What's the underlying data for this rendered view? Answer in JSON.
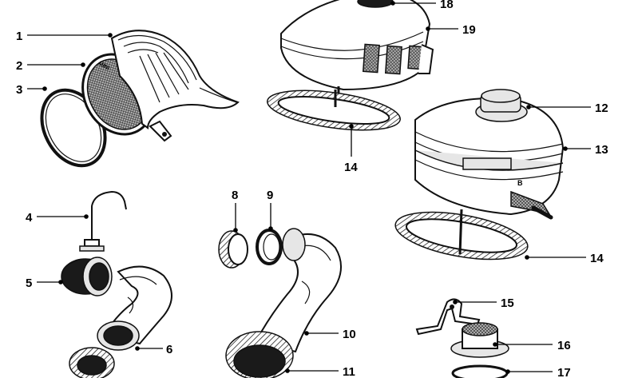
{
  "diagram": {
    "callouts": [
      {
        "id": "c1",
        "label": "1"
      },
      {
        "id": "c2",
        "label": "2"
      },
      {
        "id": "c3",
        "label": "3"
      },
      {
        "id": "c4",
        "label": "4"
      },
      {
        "id": "c5",
        "label": "5"
      },
      {
        "id": "c6",
        "label": "6"
      },
      {
        "id": "c8",
        "label": "8"
      },
      {
        "id": "c9",
        "label": "9"
      },
      {
        "id": "c10",
        "label": "10"
      },
      {
        "id": "c11",
        "label": "11"
      },
      {
        "id": "c12",
        "label": "12"
      },
      {
        "id": "c13",
        "label": "13"
      },
      {
        "id": "c14a",
        "label": "14"
      },
      {
        "id": "c14b",
        "label": "14"
      },
      {
        "id": "c15",
        "label": "15"
      },
      {
        "id": "c16",
        "label": "16"
      },
      {
        "id": "c17",
        "label": "17"
      },
      {
        "id": "c18",
        "label": "18"
      },
      {
        "id": "c19",
        "label": "19"
      }
    ],
    "intake_horn_badge": "MINI",
    "filter_housing_stamp": "B"
  }
}
